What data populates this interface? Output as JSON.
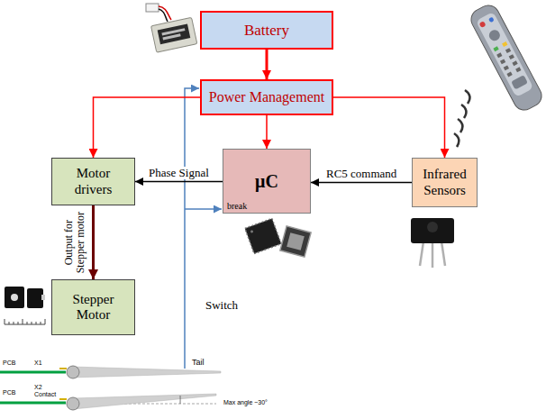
{
  "diagram": {
    "nodes": [
      {
        "text": [
          "Battery"
        ]
      },
      {
        "text": [
          "Power Management"
        ]
      },
      {
        "text": [
          "Motor drivers"
        ]
      },
      {
        "text": [
          "μC",
          "break"
        ]
      },
      {
        "text": [
          "Infrared Sensors"
        ]
      },
      {
        "text": [
          "Stepper Motor"
        ]
      }
    ],
    "edges": [
      {
        "from": 0,
        "to": 1,
        "arrow": "to"
      },
      {
        "from": 1,
        "to": 2,
        "arrow": "to"
      },
      {
        "from": 1,
        "to": 3,
        "arrow": "to"
      },
      {
        "from": 1,
        "to": 4,
        "arrow": "to"
      },
      {
        "from": 3,
        "to": 2,
        "label": "Phase Signal",
        "arrow": "to"
      },
      {
        "from": 4,
        "to": 3,
        "label": "RC5 command",
        "arrow": "to"
      },
      {
        "from": 2,
        "to": 5,
        "label": "Output for Stepper motor",
        "arrow": "to"
      }
    ],
    "labels": [
      "Switch",
      "PCB",
      "X1",
      "Tail",
      "X2",
      "Contact",
      "PCB",
      "Max angle ~30°"
    ]
  }
}
